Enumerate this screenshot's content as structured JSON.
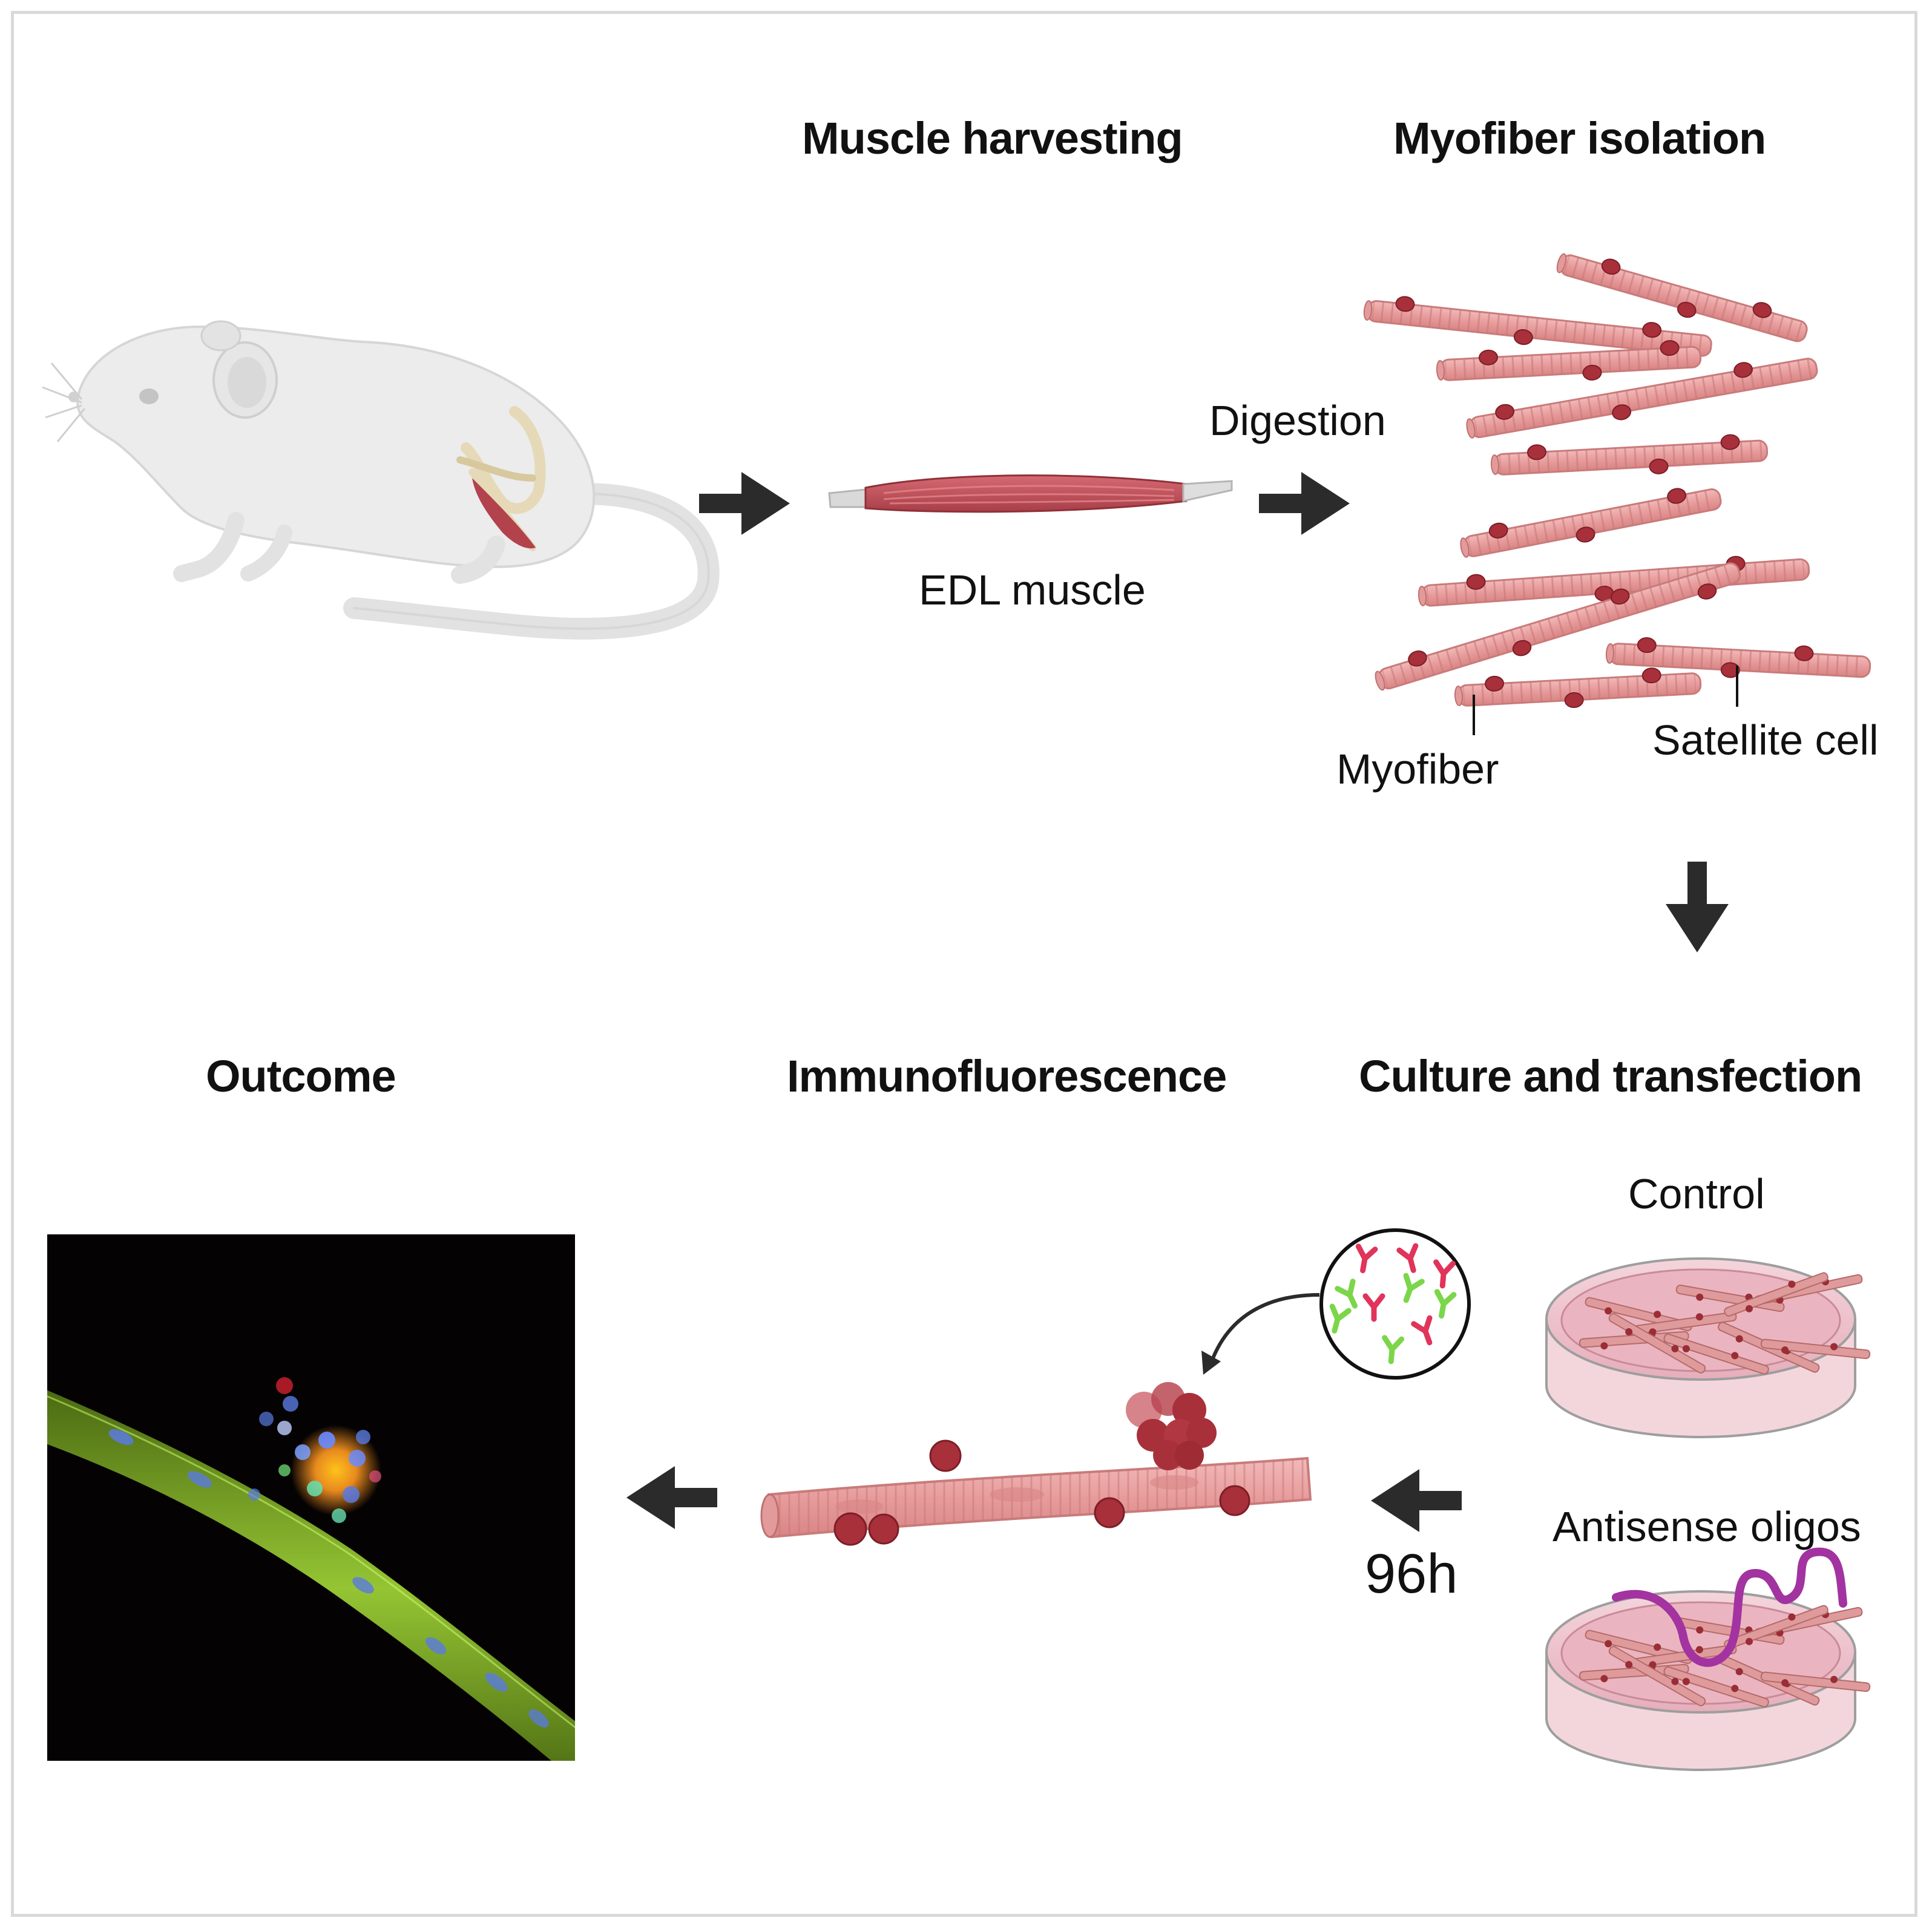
{
  "steps": {
    "muscle_harvesting": "Muscle harvesting",
    "myofiber_isolation": "Myofiber isolation",
    "culture_transfection": "Culture and transfection",
    "immunofluorescence": "Immunofluorescence",
    "outcome": "Outcome"
  },
  "labels": {
    "digestion": "Digestion",
    "edl_muscle": "EDL muscle",
    "myofiber": "Myofiber",
    "satellite_cell": "Satellite cell",
    "control": "Control",
    "antisense_oligos": "Antisense oligos",
    "duration": "96h"
  },
  "colors": {
    "myofiber": "#e8a3a3",
    "satellite_cell": "#a8303a",
    "muscle": "#c2545d",
    "oligo": "#a233a0",
    "antibody_red": "#e0345a",
    "antibody_green": "#7bd64a",
    "fluorescence_fiber": "#8cbf2e",
    "arrow": "#2b2b2b"
  },
  "icons": [
    "mouse-icon",
    "edl-muscle-icon",
    "myofiber-bundle-icon",
    "petri-dish-icon",
    "antibody-icon",
    "fluorescence-image"
  ]
}
